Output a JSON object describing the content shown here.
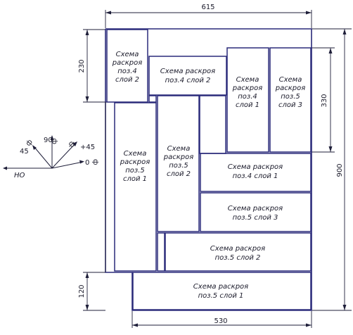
{
  "dimensions": {
    "top_width": "615",
    "bottom_width": "530",
    "left_top_height": "230",
    "left_bottom_height": "120",
    "right_height": "900",
    "right_inner_height": "330"
  },
  "panels": [
    {
      "id": "p1",
      "line1": "Схема",
      "line2": "раскроя",
      "line3": "поз.4",
      "line4": "слой 2"
    },
    {
      "id": "p2",
      "line1": "Схема раскроя",
      "line2": "поз.4 слой 2"
    },
    {
      "id": "p3",
      "line1": "Схема",
      "line2": "раскроя",
      "line3": "поз.4",
      "line4": "слой 1"
    },
    {
      "id": "p4",
      "line1": "Схема",
      "line2": "раскроя",
      "line3": "поз.5",
      "line4": "слой 3"
    },
    {
      "id": "p5",
      "line1": "Схема",
      "line2": "раскроя",
      "line3": "поз.5",
      "line4": "слой 1"
    },
    {
      "id": "p6",
      "line1": "Схема",
      "line2": "раскроя",
      "line3": "поз.5",
      "line4": "слой 2"
    },
    {
      "id": "p7",
      "line1": "Схема раскроя",
      "line2": "поз.4 слой 1"
    },
    {
      "id": "p8",
      "line1": "Схема раскроя",
      "line2": "поз.5 слой 3"
    },
    {
      "id": "p9",
      "line1": "Схема раскроя",
      "line2": "поз.5 слой 2"
    },
    {
      "id": "p10",
      "line1": "Схема раскроя",
      "line2": "поз.5 слой 1"
    }
  ],
  "orientation": {
    "label_45_left": "45",
    "label_90": "90",
    "label_45_right": "+45",
    "label_0": "0",
    "ply_mark": "ф",
    "origin_label": "HO"
  }
}
